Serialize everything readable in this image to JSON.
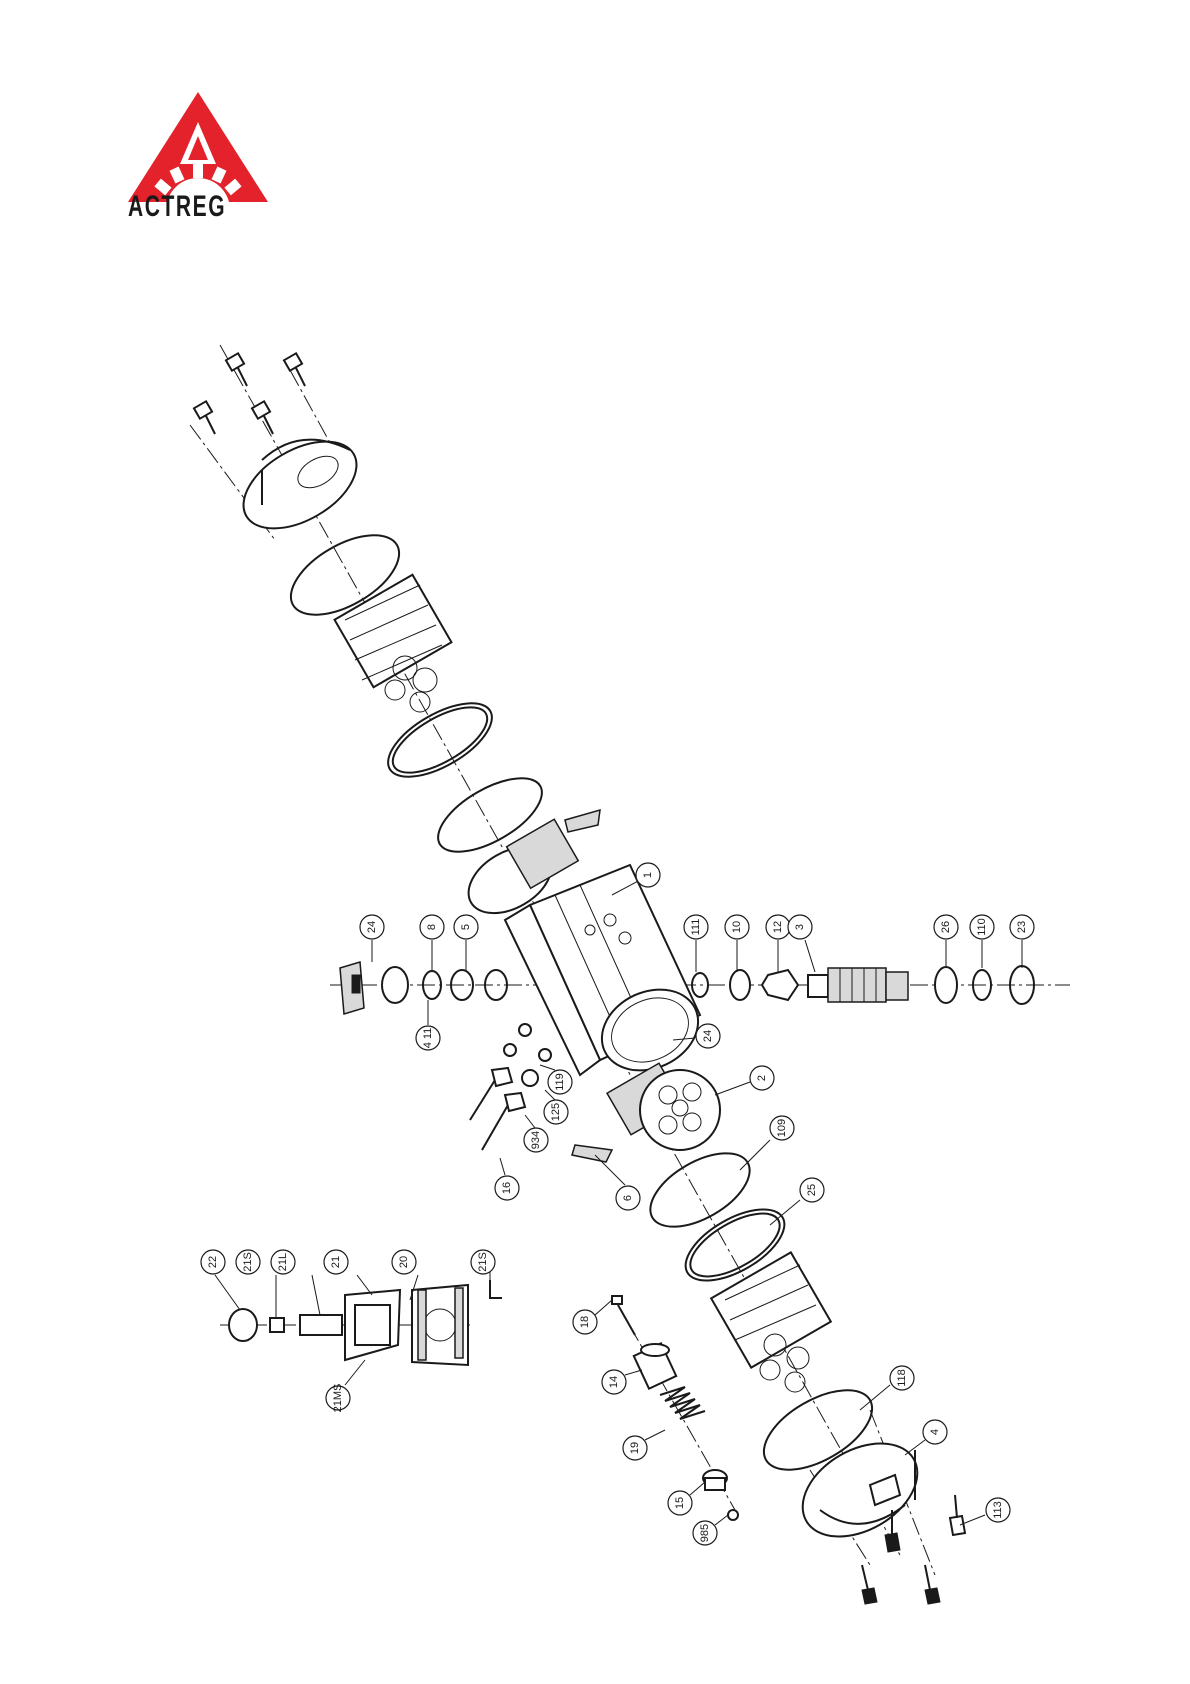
{
  "brand": {
    "name": "ACTREG",
    "letters": [
      "A",
      "C",
      "T",
      "R",
      "E",
      "G"
    ],
    "logo_color": "#e3222b",
    "logo_icon": "gear-a-triangle-icon"
  },
  "callouts": {
    "c1": "1",
    "c24a": "24",
    "c8": "8",
    "c5": "5",
    "c111": "111",
    "c10": "10",
    "c12": "12",
    "c3": "3",
    "c26": "26",
    "c110": "110",
    "c23": "23",
    "c4_11": "4 11",
    "c24b": "24",
    "c119": "119",
    "c125": "125",
    "c934": "934",
    "c16": "16",
    "c2": "2",
    "c109": "109",
    "c6": "6",
    "c25": "25",
    "c22": "22",
    "c21s_a": "21S",
    "c21l": "21L",
    "c21": "21",
    "c20": "20",
    "c21s_b": "21S",
    "c21ms": "21MS",
    "c18": "18",
    "c14": "14",
    "c19": "19",
    "c15": "15",
    "c985": "985",
    "c118": "118",
    "c4": "4",
    "c113": "113"
  }
}
